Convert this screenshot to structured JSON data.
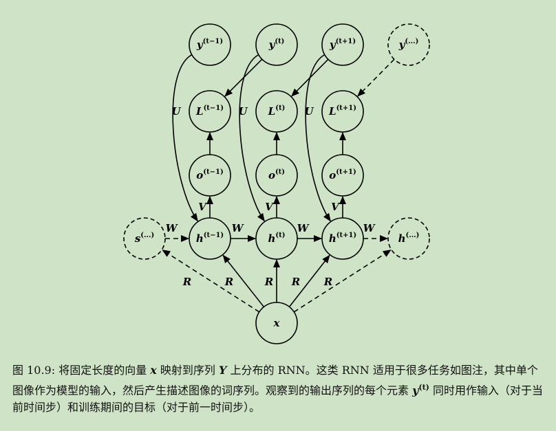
{
  "nodes": [
    {
      "id": "y_tm1",
      "base": "y",
      "sup": "(t−1)",
      "dashed": false
    },
    {
      "id": "y_t",
      "base": "y",
      "sup": "(t)",
      "dashed": false
    },
    {
      "id": "y_tp1",
      "base": "y",
      "sup": "(t+1)",
      "dashed": false
    },
    {
      "id": "y_dots",
      "base": "y",
      "sup": "(...)",
      "dashed": true
    },
    {
      "id": "L_tm1",
      "base": "L",
      "sup": "(t−1)",
      "dashed": false
    },
    {
      "id": "L_t",
      "base": "L",
      "sup": "(t)",
      "dashed": false
    },
    {
      "id": "L_tp1",
      "base": "L",
      "sup": "(t+1)",
      "dashed": false
    },
    {
      "id": "o_tm1",
      "base": "o",
      "sup": "(t−1)",
      "dashed": false
    },
    {
      "id": "o_t",
      "base": "o",
      "sup": "(t)",
      "dashed": false
    },
    {
      "id": "o_tp1",
      "base": "o",
      "sup": "(t+1)",
      "dashed": false
    },
    {
      "id": "s_dots",
      "base": "s",
      "sup": "(...)",
      "dashed": true
    },
    {
      "id": "h_tm1",
      "base": "h",
      "sup": "(t−1)",
      "dashed": false
    },
    {
      "id": "h_t",
      "base": "h",
      "sup": "(t)",
      "dashed": false
    },
    {
      "id": "h_tp1",
      "base": "h",
      "sup": "(t+1)",
      "dashed": false
    },
    {
      "id": "h_dots",
      "base": "h",
      "sup": "(...)",
      "dashed": true
    },
    {
      "id": "x",
      "base": "x",
      "sup": "",
      "dashed": false
    }
  ],
  "edges": [
    {
      "from": "y_t",
      "to": "L_tm1",
      "kind": "straight",
      "dashed": false,
      "label": ""
    },
    {
      "from": "y_tp1",
      "to": "L_t",
      "kind": "straight",
      "dashed": false,
      "label": ""
    },
    {
      "from": "y_dots",
      "to": "L_tp1",
      "kind": "straight",
      "dashed": true,
      "label": ""
    },
    {
      "from": "y_tm1",
      "to": "h_tm1",
      "kind": "curve",
      "dashed": false,
      "label": "U"
    },
    {
      "from": "y_t",
      "to": "h_t",
      "kind": "curve",
      "dashed": false,
      "label": "U"
    },
    {
      "from": "y_tp1",
      "to": "h_tp1",
      "kind": "curve",
      "dashed": false,
      "label": "U"
    },
    {
      "from": "o_tm1",
      "to": "L_tm1",
      "kind": "straight",
      "dashed": false,
      "label": ""
    },
    {
      "from": "o_t",
      "to": "L_t",
      "kind": "straight",
      "dashed": false,
      "label": ""
    },
    {
      "from": "o_tp1",
      "to": "L_tp1",
      "kind": "straight",
      "dashed": false,
      "label": ""
    },
    {
      "from": "h_tm1",
      "to": "o_tm1",
      "kind": "straight",
      "dashed": false,
      "label": "V"
    },
    {
      "from": "h_t",
      "to": "o_t",
      "kind": "straight",
      "dashed": false,
      "label": "V"
    },
    {
      "from": "h_tp1",
      "to": "o_tp1",
      "kind": "straight",
      "dashed": false,
      "label": "V"
    },
    {
      "from": "s_dots",
      "to": "h_tm1",
      "kind": "straight",
      "dashed": true,
      "label": "W"
    },
    {
      "from": "h_tm1",
      "to": "h_t",
      "kind": "straight",
      "dashed": false,
      "label": "W"
    },
    {
      "from": "h_t",
      "to": "h_tp1",
      "kind": "straight",
      "dashed": false,
      "label": "W"
    },
    {
      "from": "h_tp1",
      "to": "h_dots",
      "kind": "straight",
      "dashed": true,
      "label": "W"
    },
    {
      "from": "x",
      "to": "s_dots",
      "kind": "straight",
      "dashed": true,
      "label": "R"
    },
    {
      "from": "x",
      "to": "h_tm1",
      "kind": "straight",
      "dashed": false,
      "label": "R"
    },
    {
      "from": "x",
      "to": "h_t",
      "kind": "straight",
      "dashed": false,
      "label": "R"
    },
    {
      "from": "x",
      "to": "h_tp1",
      "kind": "straight",
      "dashed": false,
      "label": "R"
    },
    {
      "from": "x",
      "to": "h_dots",
      "kind": "straight",
      "dashed": true,
      "label": "R"
    }
  ],
  "caption": {
    "figure_no": "图 10.9:",
    "part1": " 将固定长度的向量 ",
    "math_x": "x",
    "part2": " 映射到序列 ",
    "math_Y": "Y",
    "part3": " 上分布的 RNN。这类 RNN 适用于很多任务如图注，其中单个图像作为模型的输入，然后产生描述图像的词序列。观察到的输出序列的每个元素 ",
    "math_y": "y",
    "math_y_sup": "(t)",
    "part4": " 同时用作输入（对于当前时间步）和训练期间的目标（对于前一时间步）。"
  }
}
